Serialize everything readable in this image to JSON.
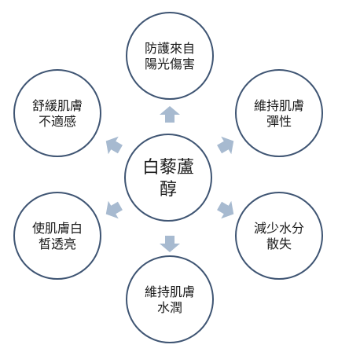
{
  "colors": {
    "node_stroke": "#3f5573",
    "node_fill": "#ffffff",
    "arrow_fill": "#a7bad0",
    "text": "#1a1a1a"
  },
  "center": {
    "lines": [
      "白藜蘆",
      "醇"
    ]
  },
  "nodes": [
    {
      "id": "top",
      "lines": [
        "防護來自",
        "陽光傷害"
      ]
    },
    {
      "id": "top-right",
      "lines": [
        "維持肌膚",
        "彈性"
      ]
    },
    {
      "id": "bottom-right",
      "lines": [
        "減少水分",
        "散失"
      ]
    },
    {
      "id": "bottom",
      "lines": [
        "維持肌膚",
        "水潤"
      ]
    },
    {
      "id": "bottom-left",
      "lines": [
        "使肌膚白",
        "皙透亮"
      ]
    },
    {
      "id": "top-left",
      "lines": [
        "舒緩肌膚",
        "不適感"
      ]
    }
  ]
}
